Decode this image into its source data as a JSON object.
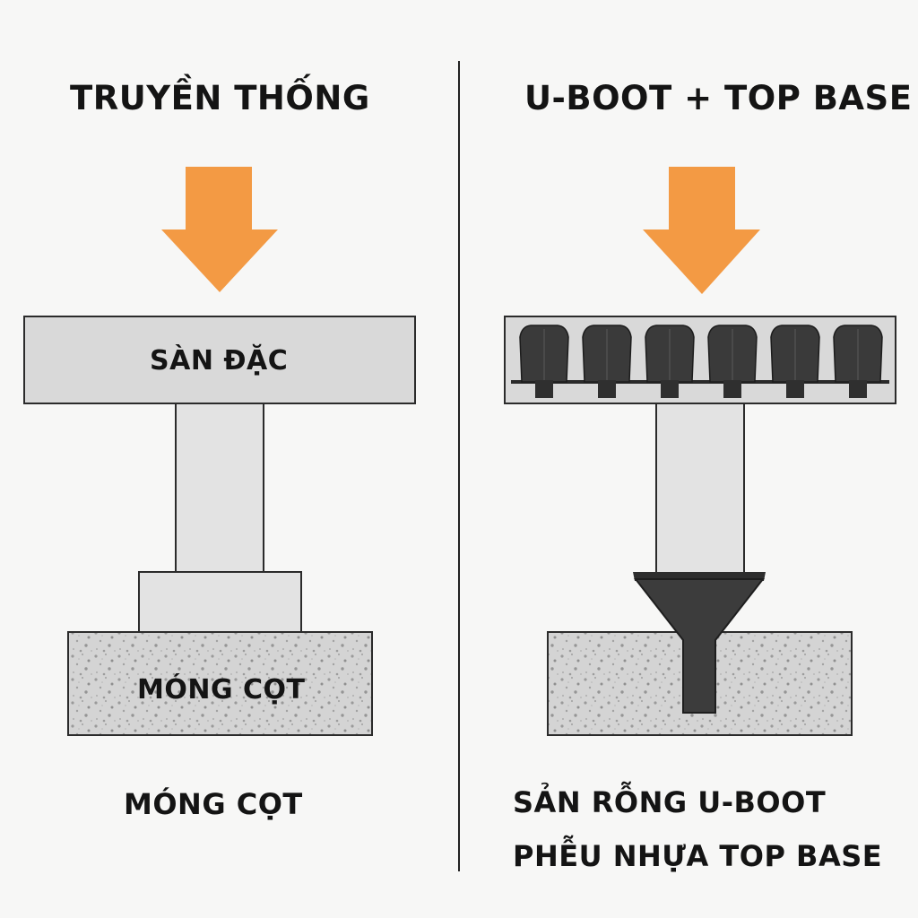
{
  "left": {
    "heading": "TRUYỀN THỐNG",
    "slab_label": "SÀN ĐẶC",
    "footing_label": "MÓNG CỌT",
    "caption": "MÓNG CỌT"
  },
  "right": {
    "heading": "U-BOOT + TOP BASE",
    "caption_line1": "SẢN RỖNG U-BOOT",
    "caption_line2": "PHỄU NHỰA TOP BASE",
    "uboot_count": 6
  },
  "colors": {
    "arrow": "#f39a44",
    "slab": "#d9d9d9",
    "column": "#e2e2e2",
    "concrete": "#d4d4d4",
    "uboot": "#3a3a3a",
    "funnel": "#3c3c3c",
    "outline": "#2b2b2b",
    "divider": "#222222"
  }
}
